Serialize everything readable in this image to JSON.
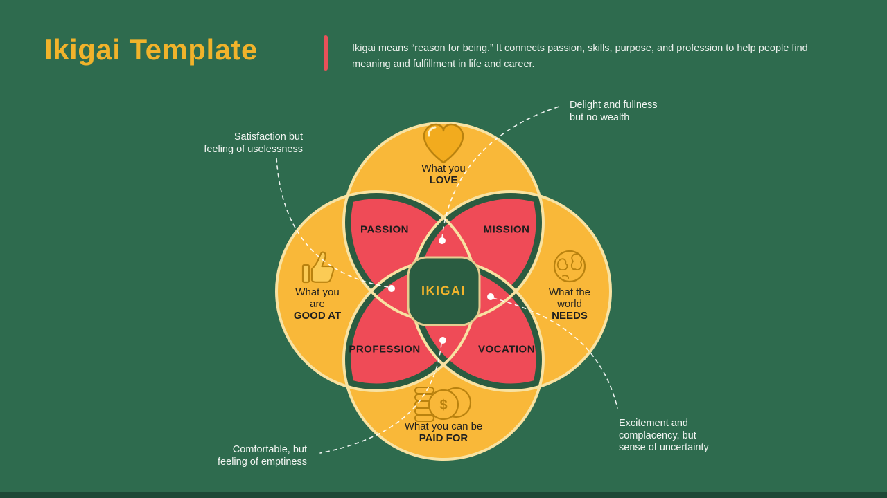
{
  "header": {
    "title": "Ikigai Template",
    "description": "Ikigai means “reason for being.” It connects passion, skills, purpose, and profession to help people find meaning and fulfillment in life and career."
  },
  "center": {
    "label": "IKIGAI"
  },
  "nodes": {
    "love": {
      "lines": [
        "What you"
      ],
      "bold": "LOVE",
      "icon": "heart-icon"
    },
    "good_at": {
      "lines": [
        "What you",
        "are"
      ],
      "bold": "GOOD AT",
      "icon": "thumbs-up-icon"
    },
    "needs": {
      "lines": [
        "What the",
        "world"
      ],
      "bold": "NEEDS",
      "icon": "globe-icon"
    },
    "paid_for": {
      "lines": [
        "What you can be"
      ],
      "bold": "PAID FOR",
      "icon": "coins-icon",
      "symbol": "$"
    }
  },
  "petals": {
    "passion": "PASSION",
    "mission": "MISSION",
    "profession": "PROFESSION",
    "vocation": "VOCATION"
  },
  "callouts": {
    "top_right": {
      "lines": [
        "Delight and fullness",
        "but no wealth"
      ]
    },
    "top_left": {
      "lines": [
        "Satisfaction but",
        "feeling of uselessness"
      ]
    },
    "bottom_left": {
      "lines": [
        "Comfortable, but",
        "feeling of emptiness"
      ]
    },
    "bottom_right": {
      "lines": [
        "Excitement and",
        "complacency, but",
        "sense of uncertainty"
      ]
    }
  },
  "colors": {
    "background": "#2E6B4E",
    "bottom_bar": "#1D4936",
    "title_gold": "#F1B32B",
    "divider_red": "#E85159",
    "circle_fill": "#F9B839",
    "circle_border": "#F8E2A2",
    "petal_fill": "#EF4B57",
    "petal_border": "#2B5B40",
    "center_fill": "#2A5C41",
    "center_border": "#E5CD90",
    "icon_stroke": "#B9820F",
    "text_dark": "#1F1F1F",
    "text_light": "#F2F5F2"
  }
}
